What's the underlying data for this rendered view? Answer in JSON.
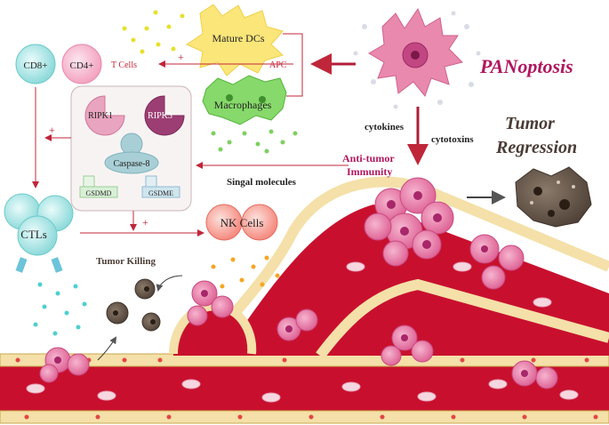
{
  "labels": {
    "cd8": "CD8+",
    "cd4": "CD4+",
    "mature_dcs": "Mature DCs",
    "t_cells": "T Cells",
    "apc": "APC",
    "plus": "+",
    "macrophages": "Macrophages",
    "ripk1": "RIPK1",
    "ripk3": "RIPK3",
    "caspase8": "Caspase-8",
    "gsdmd": "GSDMD",
    "gsdme": "GSDME",
    "panoptosis": "PANoptosis",
    "cytokines": "cytokines",
    "cytotoxins": "cytotoxins",
    "anti_tumor": "Anti-tumor",
    "immunity": "Immunity",
    "tumor_regression_1": "Tumor",
    "tumor_regression_2": "Regression",
    "singal_molecules": "Singal molecules",
    "ctls": "CTLs",
    "nk_cells": "NK Cells",
    "tumor_killing": "Tumor Killing"
  },
  "colors": {
    "vessel": "#c8102e",
    "vessel_dark": "#8e0c22",
    "endothelial": "#f4e0a8",
    "accent_red": "#c0263a",
    "panoptosis_text": "#b0175f",
    "dark_text": "#4a3c35",
    "tumor_pink": "#e879a6",
    "ctl_teal": "#8fdada",
    "nk_salmon": "#f5948a",
    "dc_yellow": "#fbe67a",
    "mac_green": "#86d96a"
  }
}
